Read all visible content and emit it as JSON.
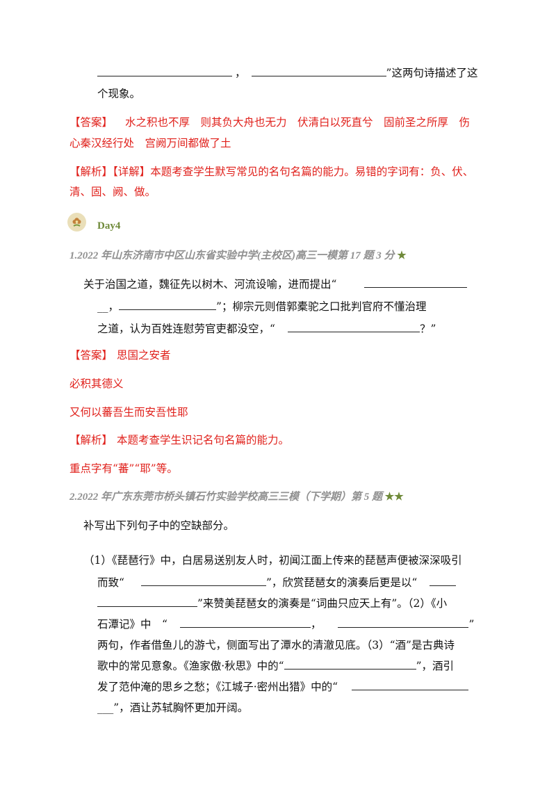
{
  "top": {
    "comma": "，",
    "tail": "”这两句诗描述了这",
    "line2": "个现象。"
  },
  "answer1": {
    "label": "【答案】",
    "text": "水之积也不厚　则其负大舟也无力　伏清白以死直兮　固前圣之所厚　伤",
    "text2": "心秦汉经行处　宫阙万间都做了土"
  },
  "analysis1": {
    "label": "【解析】",
    "text": "【详解】本题考查学生默写常见的名句名篇的能力。易错的字词有：负、伏、",
    "text2": "清、固、阙、做。"
  },
  "day": {
    "label": "Day4",
    "icon": "flower-icon"
  },
  "q1": {
    "title": "1.2022 年山东济南市中区山东省实验中学(主校区)高三一模第 17 题 3 分",
    "stars": "★",
    "l1": "关于治国之道，魏征先以树木、河流设喻，进而提出“",
    "l2a": "__，",
    "l2b": "”；柳宗元则借郭橐驼之口批判官府不懂治理",
    "l3a": "之道，认为百姓连慰劳官吏都没空，“",
    "l3b": "？”"
  },
  "answer2": {
    "label": "【答案】",
    "a1": "思国之安者",
    "a2": "必积其德义",
    "a3": "又何以蕃吾生而安吾性耶"
  },
  "analysis2": {
    "label": "【解析】",
    "text": "本题考查学生识记名句名篇的能力。",
    "text2": "重点字有“蕃”“耶”等。"
  },
  "q2": {
    "title": "2.2022 年广东东莞市桥头镇石竹实验学校高三三模（下学期）第 5 题",
    "stars": "★★",
    "intro": "补写出下列句子中的空缺部分。",
    "l1": "（1）《琵琶行》中，白居易送别友人时，初闻江面上传来的琵琶声便被深深吸引",
    "l2a": "而致“",
    "l2b": "”，欣赏琵琶女的演奏后更是以“",
    "l3b": "”来赞美琵琶女的演奏是“词曲只应天上有”。（2）《小",
    "l4a": "石潭记》中　“",
    "l4b": "，",
    "l4c": "”",
    "l5": "两句，作者借鱼儿的游弋，侧面写出了潭水的清澈见底。（3）“酒”是古典诗",
    "l6a": "歌中的常见意象。《渔家傲·秋思》中的“",
    "l6b": "”，酒引",
    "l7a": "发了范仲淹的思乡之愁；《江城子·密州出猎》中的“",
    "l8a": "___”，酒让苏轼胸怀更加开阔。"
  }
}
